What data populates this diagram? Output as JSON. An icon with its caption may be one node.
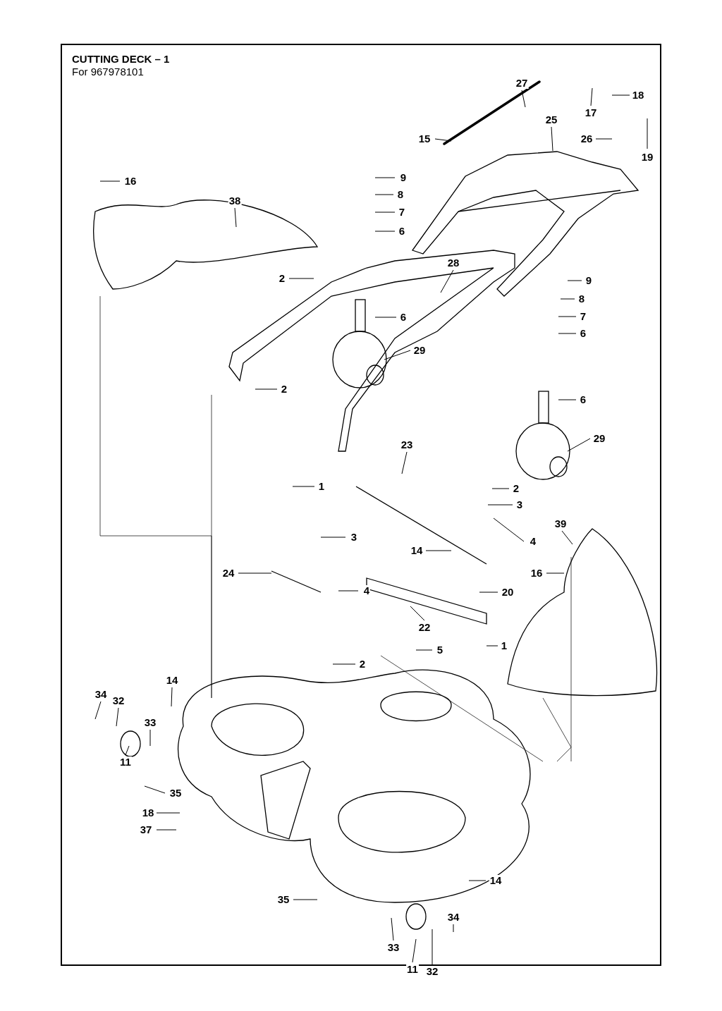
{
  "diagram": {
    "title": "CUTTING DECK – 1",
    "nodes": [
      {
        "text": [
          "27"
        ]
      },
      {
        "text": [
          "17"
        ]
      },
      {
        "text": [
          "18"
        ]
      },
      {
        "text": [
          "26"
        ]
      },
      {
        "text": [
          "19"
        ]
      },
      {
        "text": [
          "25"
        ]
      },
      {
        "text": [
          "15"
        ]
      },
      {
        "text": [
          "16"
        ]
      },
      {
        "text": [
          "38"
        ]
      },
      {
        "text": [
          "9"
        ]
      },
      {
        "text": [
          "8"
        ]
      },
      {
        "text": [
          "7"
        ]
      },
      {
        "text": [
          "6"
        ]
      },
      {
        "text": [
          "2"
        ]
      },
      {
        "text": [
          "28"
        ]
      },
      {
        "text": [
          "9"
        ]
      },
      {
        "text": [
          "8"
        ]
      },
      {
        "text": [
          "7"
        ]
      },
      {
        "text": [
          "6"
        ]
      },
      {
        "text": [
          "6"
        ]
      },
      {
        "text": [
          "29"
        ]
      },
      {
        "text": [
          "2"
        ]
      },
      {
        "text": [
          "6"
        ]
      },
      {
        "text": [
          "29"
        ]
      },
      {
        "text": [
          "23"
        ]
      },
      {
        "text": [
          "1"
        ]
      },
      {
        "text": [
          "2"
        ]
      },
      {
        "text": [
          "3"
        ]
      },
      {
        "text": [
          "39"
        ]
      },
      {
        "text": [
          "3"
        ]
      },
      {
        "text": [
          "4"
        ]
      },
      {
        "text": [
          "14"
        ]
      },
      {
        "text": [
          "24"
        ]
      },
      {
        "text": [
          "4"
        ]
      },
      {
        "text": [
          "16"
        ]
      },
      {
        "text": [
          "20"
        ]
      },
      {
        "text": [
          "22"
        ]
      },
      {
        "text": [
          "5"
        ]
      },
      {
        "text": [
          "1"
        ]
      },
      {
        "text": [
          "2"
        ]
      },
      {
        "text": [
          "14"
        ]
      },
      {
        "text": [
          "34"
        ]
      },
      {
        "text": [
          "32"
        ]
      },
      {
        "text": [
          "33"
        ]
      },
      {
        "text": [
          "11"
        ]
      },
      {
        "text": [
          "35"
        ]
      },
      {
        "text": [
          "18"
        ]
      },
      {
        "text": [
          "37"
        ]
      },
      {
        "text": [
          "14"
        ]
      },
      {
        "text": [
          "35"
        ]
      },
      {
        "text": [
          "34"
        ]
      },
      {
        "text": [
          "33"
        ]
      },
      {
        "text": [
          "11"
        ]
      },
      {
        "text": [
          "32"
        ]
      }
    ],
    "edges": [
      {
        "from": 0,
        "to": null,
        "arrow": "none"
      },
      {
        "from": 1,
        "to": null,
        "arrow": "none"
      },
      {
        "from": 2,
        "to": null,
        "arrow": "none"
      },
      {
        "from": 3,
        "to": null,
        "arrow": "none"
      },
      {
        "from": 4,
        "to": null,
        "arrow": "none"
      },
      {
        "from": 5,
        "to": null,
        "arrow": "none"
      },
      {
        "from": 6,
        "to": null,
        "arrow": "none"
      },
      {
        "from": 7,
        "to": null,
        "arrow": "none"
      },
      {
        "from": 8,
        "to": null,
        "arrow": "none"
      },
      {
        "from": 9,
        "to": null,
        "arrow": "none"
      },
      {
        "from": 10,
        "to": null,
        "arrow": "none"
      },
      {
        "from": 11,
        "to": null,
        "arrow": "none"
      },
      {
        "from": 12,
        "to": null,
        "arrow": "none"
      },
      {
        "from": 13,
        "to": null,
        "arrow": "none"
      },
      {
        "from": 14,
        "to": null,
        "arrow": "none"
      },
      {
        "from": 15,
        "to": null,
        "arrow": "none"
      },
      {
        "from": 16,
        "to": null,
        "arrow": "none"
      },
      {
        "from": 17,
        "to": null,
        "arrow": "none"
      },
      {
        "from": 18,
        "to": null,
        "arrow": "none"
      },
      {
        "from": 19,
        "to": null,
        "arrow": "none"
      },
      {
        "from": 20,
        "to": null,
        "arrow": "none"
      },
      {
        "from": 21,
        "to": null,
        "arrow": "none"
      },
      {
        "from": 22,
        "to": null,
        "arrow": "none"
      },
      {
        "from": 23,
        "to": null,
        "arrow": "none"
      },
      {
        "from": 24,
        "to": null,
        "arrow": "none"
      },
      {
        "from": 25,
        "to": null,
        "arrow": "none"
      },
      {
        "from": 26,
        "to": null,
        "arrow": "none"
      },
      {
        "from": 27,
        "to": null,
        "arrow": "none"
      },
      {
        "from": 28,
        "to": null,
        "arrow": "none"
      },
      {
        "from": 29,
        "to": null,
        "arrow": "none"
      },
      {
        "from": 30,
        "to": null,
        "arrow": "none"
      },
      {
        "from": 31,
        "to": null,
        "arrow": "none"
      },
      {
        "from": 32,
        "to": null,
        "arrow": "none"
      },
      {
        "from": 33,
        "to": null,
        "arrow": "none"
      },
      {
        "from": 34,
        "to": null,
        "arrow": "none"
      },
      {
        "from": 35,
        "to": null,
        "arrow": "none"
      },
      {
        "from": 36,
        "to": null,
        "arrow": "none"
      },
      {
        "from": 37,
        "to": null,
        "arrow": "none"
      },
      {
        "from": 38,
        "to": null,
        "arrow": "none"
      },
      {
        "from": 39,
        "to": null,
        "arrow": "none"
      },
      {
        "from": 40,
        "to": null,
        "arrow": "none"
      },
      {
        "from": 41,
        "to": null,
        "arrow": "none"
      },
      {
        "from": 42,
        "to": null,
        "arrow": "none"
      },
      {
        "from": 43,
        "to": null,
        "arrow": "none"
      },
      {
        "from": 44,
        "to": null,
        "arrow": "none"
      },
      {
        "from": 45,
        "to": null,
        "arrow": "none"
      },
      {
        "from": 46,
        "to": null,
        "arrow": "none"
      },
      {
        "from": 47,
        "to": null,
        "arrow": "none"
      },
      {
        "from": 48,
        "to": null,
        "arrow": "none"
      },
      {
        "from": 49,
        "to": null,
        "arrow": "none"
      },
      {
        "from": 50,
        "to": null,
        "arrow": "none"
      },
      {
        "from": 51,
        "to": null,
        "arrow": "none"
      },
      {
        "from": 52,
        "to": null,
        "arrow": "none"
      },
      {
        "from": 53,
        "to": null,
        "arrow": "none"
      }
    ],
    "labels": [
      "For 967978101"
    ]
  }
}
